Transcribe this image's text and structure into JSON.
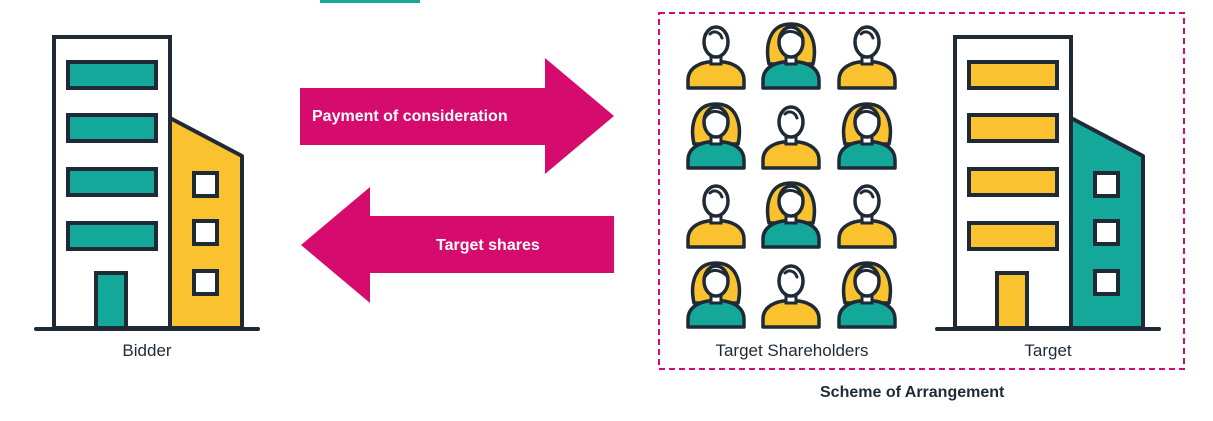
{
  "colors": {
    "teal": "#14a89a",
    "yellow": "#f9c22e",
    "magenta": "#d60b6e",
    "outline": "#1f2a37"
  },
  "bidder": {
    "label": "Bidder"
  },
  "arrows": {
    "payment": "Payment of consideration",
    "shares": "Target shares"
  },
  "shareholders": {
    "label": "Target Shareholders",
    "grid": [
      [
        {
          "gender": "male",
          "color": "yellow"
        },
        {
          "gender": "female",
          "color": "teal"
        },
        {
          "gender": "male",
          "color": "yellow"
        }
      ],
      [
        {
          "gender": "female",
          "color": "teal"
        },
        {
          "gender": "male",
          "color": "yellow"
        },
        {
          "gender": "female",
          "color": "teal"
        }
      ],
      [
        {
          "gender": "male",
          "color": "yellow"
        },
        {
          "gender": "female",
          "color": "teal"
        },
        {
          "gender": "male",
          "color": "yellow"
        }
      ],
      [
        {
          "gender": "female",
          "color": "teal"
        },
        {
          "gender": "male",
          "color": "yellow"
        },
        {
          "gender": "female",
          "color": "teal"
        }
      ]
    ]
  },
  "target": {
    "label": "Target"
  },
  "scheme": {
    "label": "Scheme of Arrangement"
  }
}
